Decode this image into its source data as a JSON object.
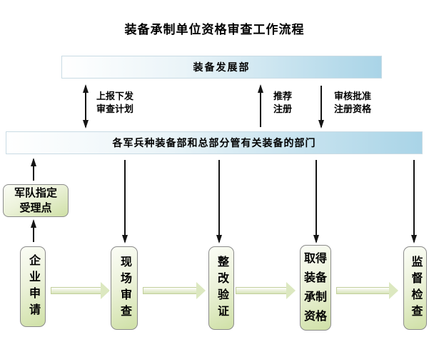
{
  "title": "装备承制单位资格审查工作流程",
  "colors": {
    "bar_blue": "#a9d4e7",
    "box_green": "#cfe0a6",
    "block_arrow_green": "#dce8c0",
    "line_arrow_black": "#141414",
    "box_border_gray": "#8b8b8b"
  },
  "top_bar": {
    "label": "装备发展部"
  },
  "mid_bar": {
    "label": "各军兵种装备部和总部分管有关装备的部门"
  },
  "edge_labels": {
    "report_plan": "上报下发\n审查计划",
    "recommend": "推荐\n注册",
    "approve": "审核批准\n注册资格"
  },
  "left_box": {
    "label": "军队指定\n受理点"
  },
  "process_boxes": [
    {
      "label": "企业申请"
    },
    {
      "label": "现场审查"
    },
    {
      "label": "整改验证"
    },
    {
      "label": "取得装备承制资格"
    },
    {
      "label": "监督检查"
    }
  ]
}
